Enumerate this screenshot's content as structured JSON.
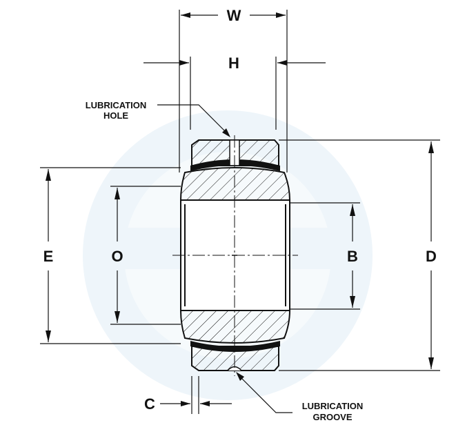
{
  "labels": {
    "w": "W",
    "h": "H",
    "e": "E",
    "o": "O",
    "b": "B",
    "d": "D",
    "c": "C",
    "lub_hole_1": "LUBRICATION",
    "lub_hole_2": "HOLE",
    "lub_groove_1": "LUBRICATION",
    "lub_groove_2": "GROOVE"
  },
  "colors": {
    "ink": "#111111",
    "watermark": "#e6f1f7",
    "background": "#ffffff"
  }
}
